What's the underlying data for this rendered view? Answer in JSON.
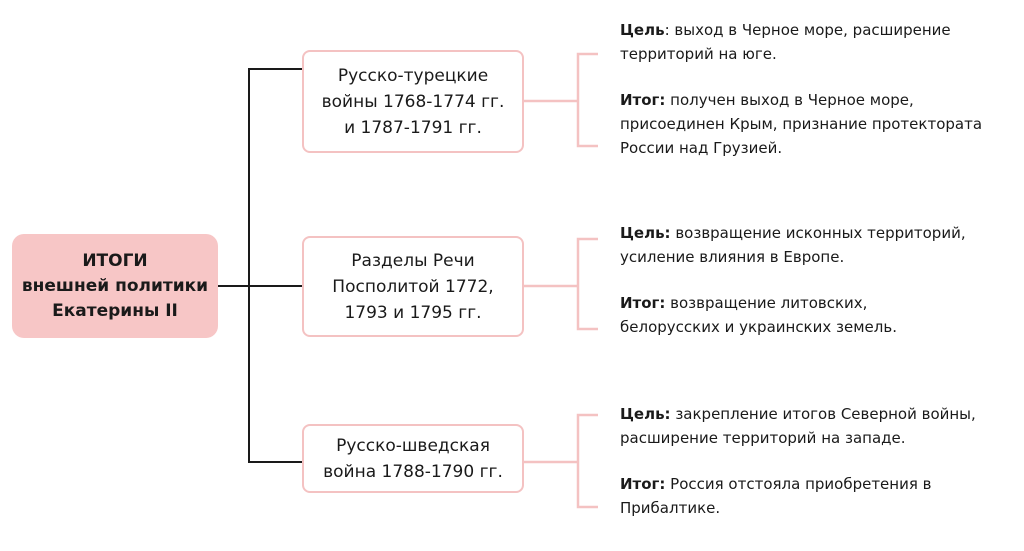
{
  "root": {
    "lines": [
      "ИТОГИ",
      "внешней политики",
      "Екатерины II"
    ]
  },
  "nodes": [
    {
      "lines": [
        "Русско-турецкие",
        "войны 1768-1774 гг.",
        "и 1787-1791 гг."
      ]
    },
    {
      "lines": [
        "Разделы Речи",
        "Посполитой 1772,",
        "1793 и 1795 гг."
      ]
    },
    {
      "lines": [
        "Русско-шведская",
        "война 1788-1790 гг."
      ]
    }
  ],
  "details": [
    {
      "goal_label": "Цель",
      "goal_sep": ":",
      "goal_line1": " выход в Черное море, расширение",
      "goal_line2": "территорий на юге.",
      "result_label": "Итог:",
      "result_line1": " получен выход в Черное море,",
      "result_line2": "присоединен Крым, признание протектората",
      "result_line3": "России над Грузией."
    },
    {
      "goal_label": "Цель:",
      "goal_line1": " возвращение исконных территорий,",
      "goal_line2": "усиление влияния в Европе.",
      "result_label": "Итог:",
      "result_line1": " возвращение литовских,",
      "result_line2": "белорусских и украинских земель."
    },
    {
      "goal_label": "Цель:",
      "goal_line1": " закрепление итогов Северной войны,",
      "goal_line2": "расширение территорий на западе.",
      "result_label": "Итог:",
      "result_line1": " Россия отстояла приобретения в",
      "result_line2": "Прибалтике."
    }
  ],
  "colors": {
    "root_fill": "#f7c6c6",
    "node_border": "#f4c2c2",
    "bracket": "#f4c2c2",
    "connector": "#1a1a1a"
  }
}
